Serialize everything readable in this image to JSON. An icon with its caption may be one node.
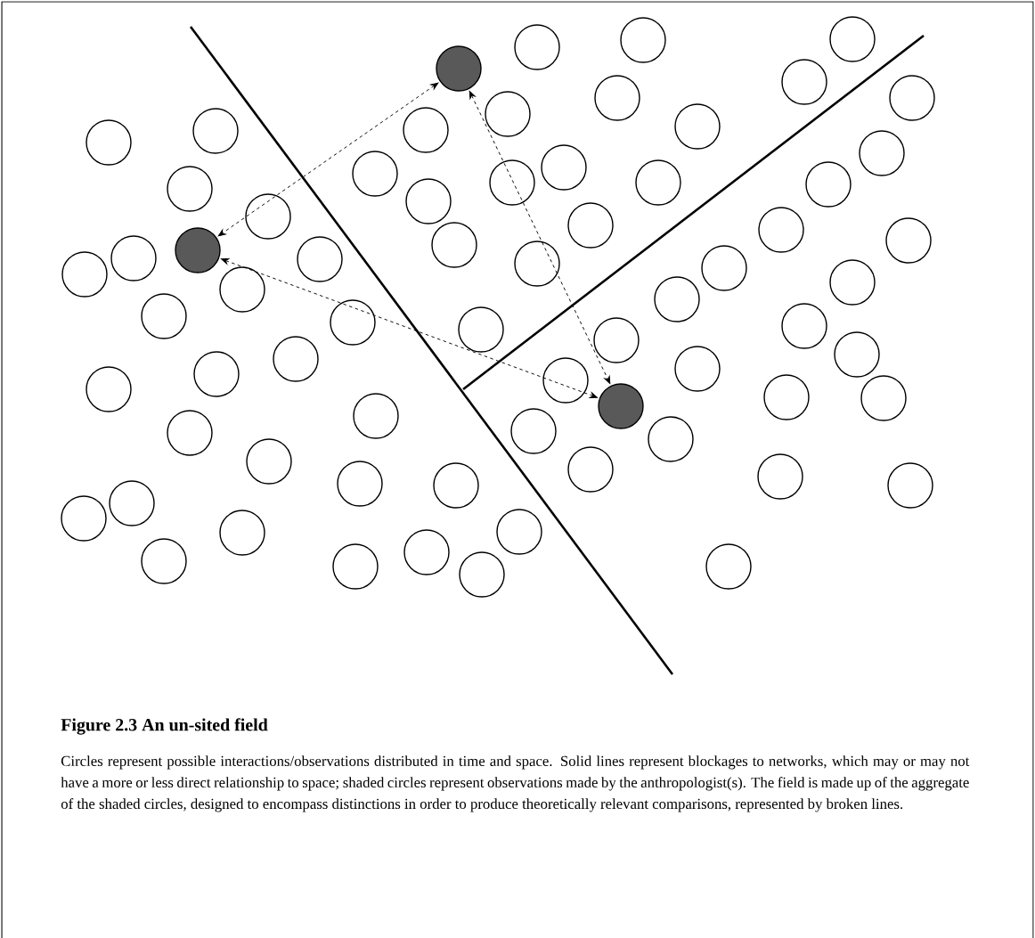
{
  "diagram": {
    "title": "Figure 2.3 An un-sited field",
    "caption": "Circles represent possible interactions/observations distributed in time and space. Solid lines represent blockages to networks, which may or may not have a more or less direct relationship to space; shaded circles represent observations made by the anthropologist(s). The field is made up of the aggregate of the shaded circles, designed to encompass distinctions in order to produce theoretically relevant comparisons, represented by broken lines.",
    "nodes": [
      {
        "text": [],
        "shape": "circle"
      },
      {
        "text": [],
        "shape": "circle"
      },
      {
        "text": [],
        "shape": "circle"
      }
    ],
    "edges": [
      {
        "from": 0,
        "to": 1,
        "arrow": "both",
        "style": "dashed"
      },
      {
        "from": 0,
        "to": 2,
        "arrow": "both",
        "style": "dashed"
      },
      {
        "from": 1,
        "to": 2,
        "arrow": "both",
        "style": "dashed"
      }
    ]
  }
}
